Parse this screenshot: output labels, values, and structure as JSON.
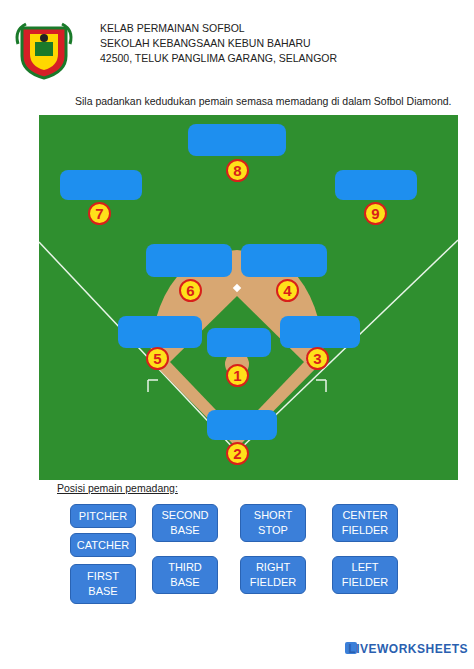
{
  "diagram": {
    "nodes": [
      {
        "text": [
          "8"
        ]
      },
      {
        "text": [
          "7"
        ]
      },
      {
        "text": [
          "9"
        ]
      },
      {
        "text": [
          "6"
        ]
      },
      {
        "text": [
          "4"
        ]
      },
      {
        "text": [
          "5"
        ]
      },
      {
        "text": [
          "3"
        ]
      },
      {
        "text": [
          "1"
        ]
      },
      {
        "text": [
          "2"
        ]
      },
      {
        "text": [
          "PITCHER"
        ]
      },
      {
        "text": [
          "SECOND BASE"
        ]
      },
      {
        "text": [
          "SHORT STOP"
        ]
      },
      {
        "text": [
          "CENTER FIELDER"
        ]
      },
      {
        "text": [
          "CATCHER"
        ]
      },
      {
        "text": [
          "THIRD BASE"
        ]
      },
      {
        "text": [
          "RIGHT FIELDER"
        ]
      },
      {
        "text": [
          "LEFT FIELDER"
        ]
      },
      {
        "text": [
          "FIRST BASE"
        ]
      }
    ],
    "labels": [
      "KELAB PERMAINAN SOFBOL",
      "SEKOLAH KEBANGSAAN KEBUN BAHARU",
      "42500, TELUK PANGLIMA GARANG, SELANGOR",
      "Sila padankan kedudukan pemain semasa memadang di dalam Sofbol Diamond.",
      "Posisi pemain pemadang:",
      "LIVEWORKSHEETS"
    ]
  }
}
